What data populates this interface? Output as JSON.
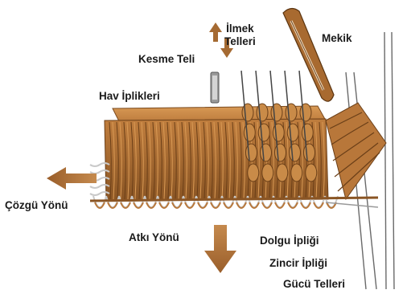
{
  "labels": {
    "ilmek_telleri": [
      "İlmek",
      "Telleri"
    ],
    "mekik": "Mekik",
    "kesme_teli": "Kesme Teli",
    "hav_iplikleri": "Hav İplikleri",
    "cozgu_yonu": "Çözgü Yönü",
    "atki_yonu": "Atkı Yönü",
    "dolgu_ipligi": "Dolgu İpliği",
    "zincir_ipligi": "Zincir İpliği",
    "gucu_telleri": "Gücü Telleri"
  },
  "colors": {
    "pile": "#b8773a",
    "pile_dark": "#7a4a1e",
    "pile_light": "#d99a55",
    "arrow": "#a56a32",
    "wire": "#555555",
    "chain": "#bfbfbf",
    "label": "#1a1a1a"
  }
}
